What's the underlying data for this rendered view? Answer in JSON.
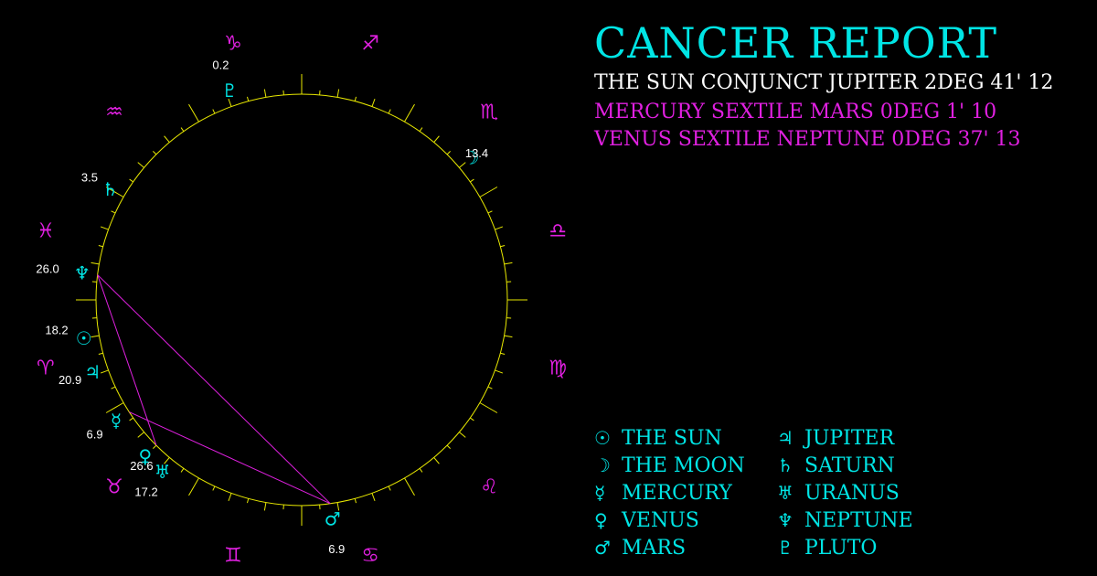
{
  "title": "Cancer Report",
  "aspects": [
    {
      "text": "The Sun Conjunct Jupiter 2DEG 41' 12",
      "color": "#ffffff"
    },
    {
      "text": "Mercury Sextile Mars 0DEG 1' 10",
      "color": "#e020e0"
    },
    {
      "text": "Venus Sextile Neptune 0DEG 37' 13",
      "color": "#e020e0"
    }
  ],
  "colors": {
    "planet": "#00e5e5",
    "sign": "#e020e0",
    "ring": "#e8e800",
    "aspect_line": "#e020e0",
    "text": "#ffffff"
  },
  "signs": [
    {
      "name": "aries",
      "glyph": "♈",
      "angle": 195
    },
    {
      "name": "taurus",
      "glyph": "♉",
      "angle": 225
    },
    {
      "name": "gemini",
      "glyph": "♊",
      "angle": 255
    },
    {
      "name": "cancer",
      "glyph": "♋",
      "angle": 285
    },
    {
      "name": "leo",
      "glyph": "♌",
      "angle": 315
    },
    {
      "name": "virgo",
      "glyph": "♍",
      "angle": 345
    },
    {
      "name": "libra",
      "glyph": "♎",
      "angle": 15
    },
    {
      "name": "scorpio",
      "glyph": "♏",
      "angle": 45
    },
    {
      "name": "sagittarius",
      "glyph": "♐",
      "angle": 75
    },
    {
      "name": "capricorn",
      "glyph": "♑",
      "angle": 105
    },
    {
      "name": "aquarius",
      "glyph": "♒",
      "angle": 135
    },
    {
      "name": "pisces",
      "glyph": "♓",
      "angle": 165
    }
  ],
  "planets": [
    {
      "name": "sun",
      "glyph": "☉",
      "angle": 190,
      "degree": "18.2"
    },
    {
      "name": "jupiter",
      "glyph": "♃",
      "angle": 199,
      "degree": "20.9"
    },
    {
      "name": "mercury",
      "glyph": "☿",
      "angle": 213,
      "degree": "6.9"
    },
    {
      "name": "venus",
      "glyph": "♀",
      "angle": 225,
      "degree": ""
    },
    {
      "name": "uranus",
      "glyph": "♅",
      "angle": 231,
      "degree": "17.2"
    },
    {
      "name": "mars",
      "glyph": "♂",
      "angle": 278,
      "degree": "6.9"
    },
    {
      "name": "moon",
      "glyph": "☽",
      "angle": 40,
      "degree": "13.4"
    },
    {
      "name": "pluto",
      "glyph": "♇",
      "angle": 109,
      "degree": "0.2"
    },
    {
      "name": "saturn",
      "glyph": "♄",
      "angle": 150,
      "degree": "3.5"
    },
    {
      "name": "neptune",
      "glyph": "♆",
      "angle": 173,
      "degree": "26.0"
    }
  ],
  "extra_labels": [
    {
      "name": "taurus-degree",
      "text": "26.6",
      "angle": 226
    }
  ],
  "aspect_lines": [
    {
      "from": 173,
      "to": 278
    },
    {
      "from": 213,
      "to": 278
    },
    {
      "from": 173,
      "to": 225
    }
  ],
  "legend": [
    {
      "glyph": "☉",
      "label": "The Sun"
    },
    {
      "glyph": "☽",
      "label": "The Moon"
    },
    {
      "glyph": "☿",
      "label": "Mercury"
    },
    {
      "glyph": "♀",
      "label": "Venus"
    },
    {
      "glyph": "♂",
      "label": "Mars"
    },
    {
      "glyph": "♃",
      "label": "Jupiter"
    },
    {
      "glyph": "♄",
      "label": "Saturn"
    },
    {
      "glyph": "♅",
      "label": "Uranus"
    },
    {
      "glyph": "♆",
      "label": "Neptune"
    },
    {
      "glyph": "♇",
      "label": "Pluto"
    }
  ]
}
